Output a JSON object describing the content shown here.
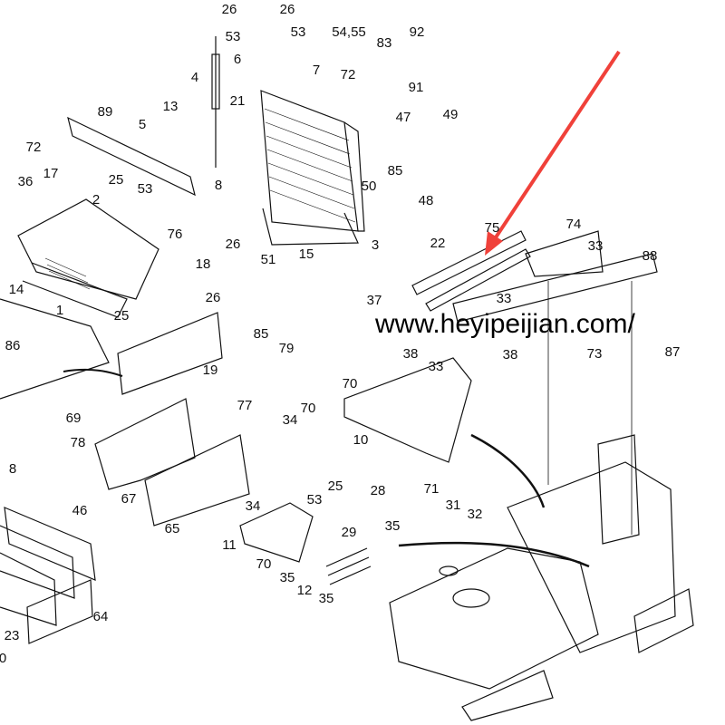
{
  "watermark": "www.heyipeijian.com/",
  "callouts": [
    "26",
    "26",
    "53",
    "53",
    "54,55",
    "83",
    "92",
    "4",
    "6",
    "7",
    "72",
    "91",
    "89",
    "13",
    "5",
    "21",
    "47",
    "49",
    "72",
    "36",
    "17",
    "25",
    "8",
    "50",
    "85",
    "48",
    "2",
    "53",
    "76",
    "26",
    "51",
    "15",
    "3",
    "75",
    "74",
    "22",
    "33",
    "88",
    "18",
    "14",
    "25",
    "26",
    "1",
    "37",
    "33",
    "86",
    "85",
    "79",
    "38",
    "33",
    "38",
    "73",
    "87",
    "19",
    "70",
    "77",
    "70",
    "34",
    "10",
    "69",
    "78",
    "8",
    "71",
    "31",
    "32",
    "67",
    "46",
    "28",
    "34",
    "53",
    "25",
    "29",
    "35",
    "65",
    "11",
    "70",
    "35",
    "12",
    "35",
    "64",
    "23",
    "0"
  ],
  "colors": {
    "arrow": "#f0413a",
    "line": "#111111"
  }
}
